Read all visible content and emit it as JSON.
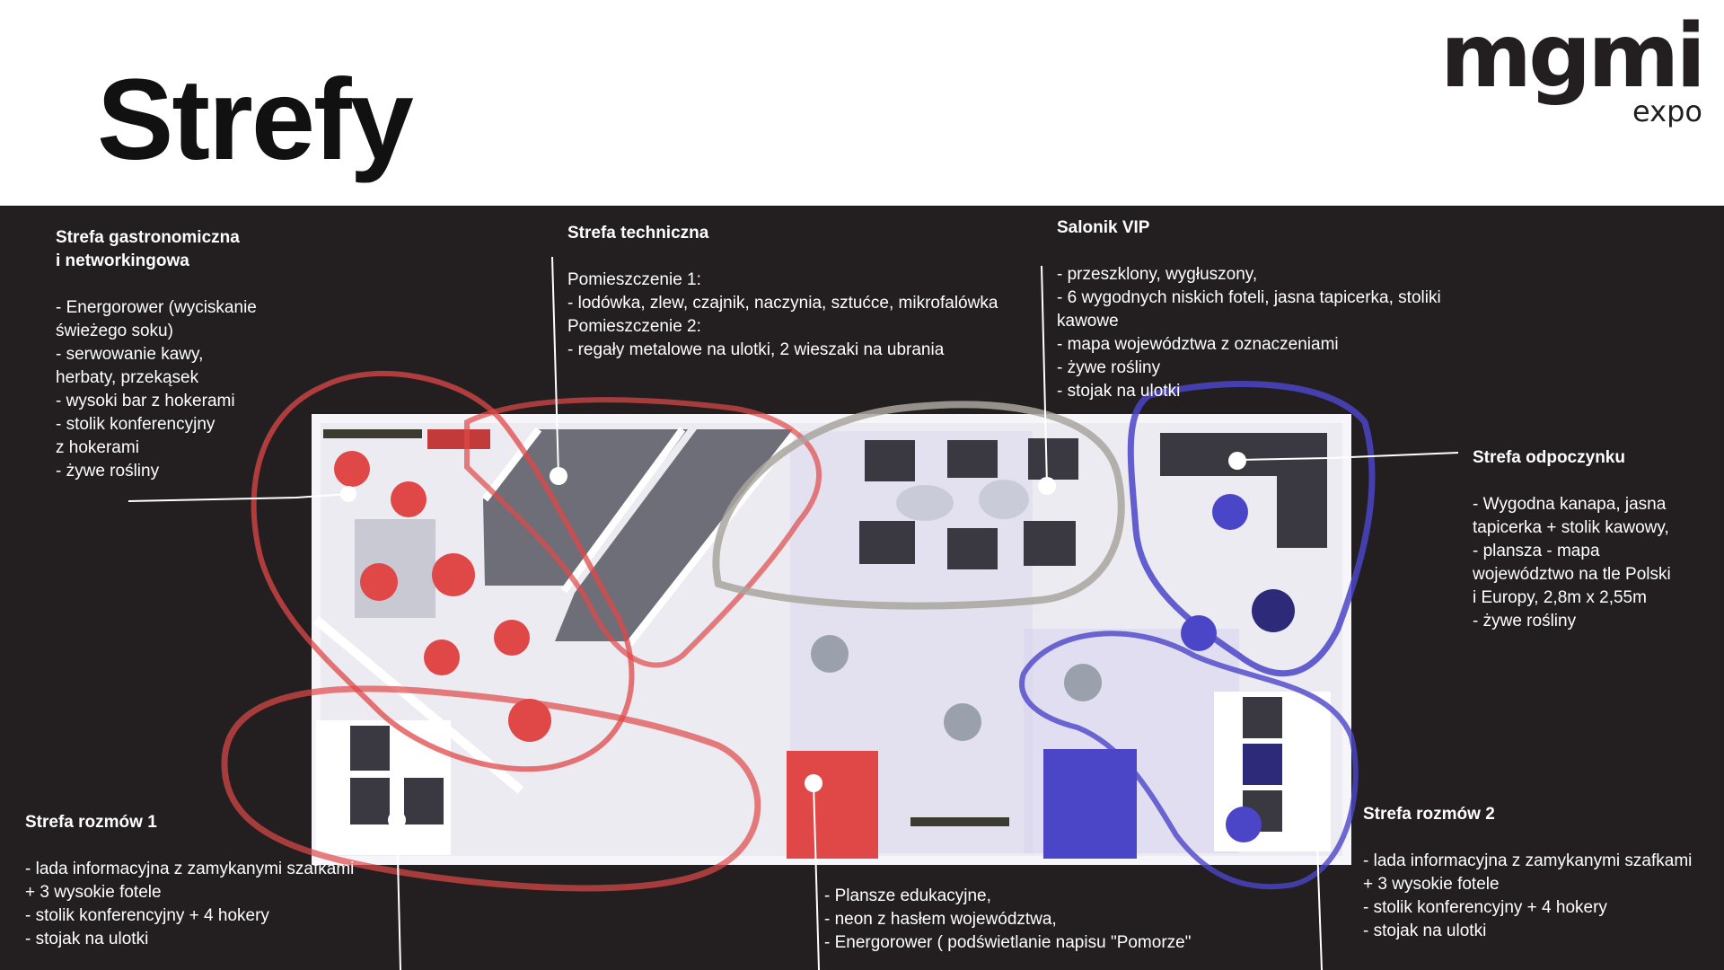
{
  "header": {
    "title": "Strefy",
    "logo": {
      "main": "mgmi",
      "sub": "expo"
    }
  },
  "zones": {
    "gastro": {
      "title": "Strefa gastronomiczna\ni networkingowa",
      "lines": [
        "- Energorower (wyciskanie\nświeżego soku)",
        "- serwowanie kawy,\nherbaty, przekąsek",
        "- wysoki bar z hokerami",
        "- stolik konferencyjny\nz hokerami",
        "- żywe rośliny"
      ]
    },
    "tech": {
      "title": "Strefa techniczna",
      "lines": [
        "Pomieszczenie 1:",
        "- lodówka, zlew, czajnik, naczynia, sztućce, mikrofalówka",
        "Pomieszczenie 2:",
        "- regały metalowe na ulotki, 2 wieszaki na ubrania"
      ]
    },
    "vip": {
      "title": "Salonik VIP",
      "lines": [
        "- przeszklony, wygłuszony,",
        "- 6 wygodnych niskich foteli, jasna tapicerka, stoliki\nkawowe",
        "- mapa województwa z oznaczeniami",
        "- żywe rośliny",
        "- stojak na ulotki"
      ]
    },
    "rest": {
      "title": "Strefa odpoczynku",
      "lines": [
        "- Wygodna kanapa, jasna\ntapicerka + stolik kawowy,",
        "- plansza - mapa\nwojewództwo na tle Polski\ni Europy, 2,8m x 2,55m",
        "- żywe rośliny"
      ]
    },
    "talk1": {
      "title": "Strefa rozmów 1",
      "lines": [
        "- lada informacyjna z zamykanymi szafkami\n+ 3 wysokie fotele",
        "- stolik konferencyjny + 4 hokery",
        "- stojak na ulotki"
      ]
    },
    "talk2": {
      "title": "Strefa rozmów 2",
      "lines": [
        "- lada informacyjna z zamykanymi szafkami\n+ 3 wysokie fotele",
        "- stolik konferencyjny + 4 hokery",
        "- stojak na ulotki"
      ]
    },
    "edu": {
      "title": "",
      "lines": [
        "- Plansze edukacyjne,",
        "- neon z hasłem województwa,",
        "- Energorower ( podświetlanie napisu \"Pomorze\""
      ]
    }
  },
  "colors": {
    "background_dark": "#231f20",
    "gastro": "#e04848",
    "tech": "#a9a49d",
    "rest": "#4b45c8",
    "rest_dark": "#2d2a7a",
    "floor": "#ecebf2",
    "room": "#6d6e78",
    "white": "#ffffff"
  }
}
